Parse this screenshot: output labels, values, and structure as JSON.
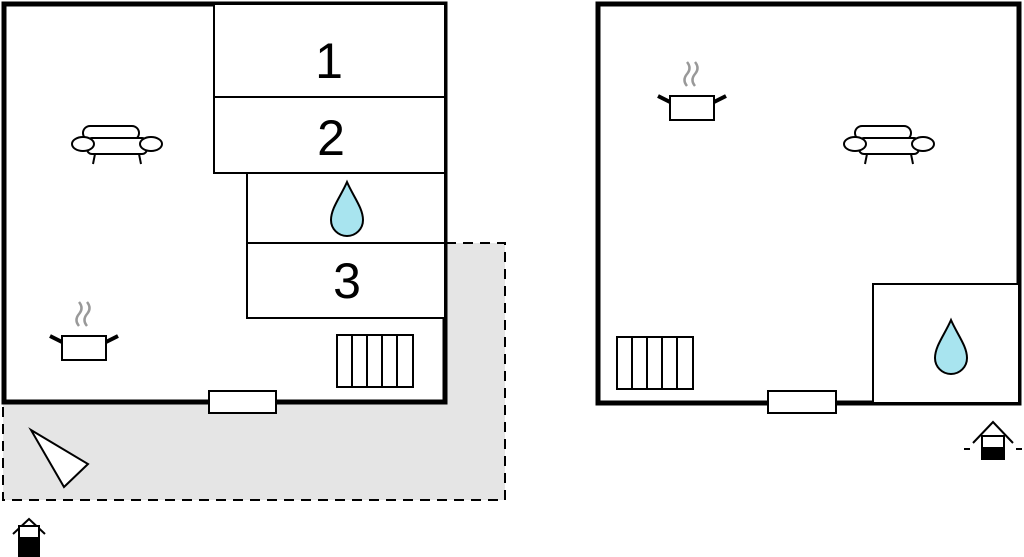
{
  "plan": {
    "room_labels": [
      "1",
      "2",
      "3"
    ],
    "colors": {
      "wall": "#000000",
      "terrace": "#e5e5e5",
      "water": "#a8e4ef",
      "steam": "#999999"
    }
  }
}
